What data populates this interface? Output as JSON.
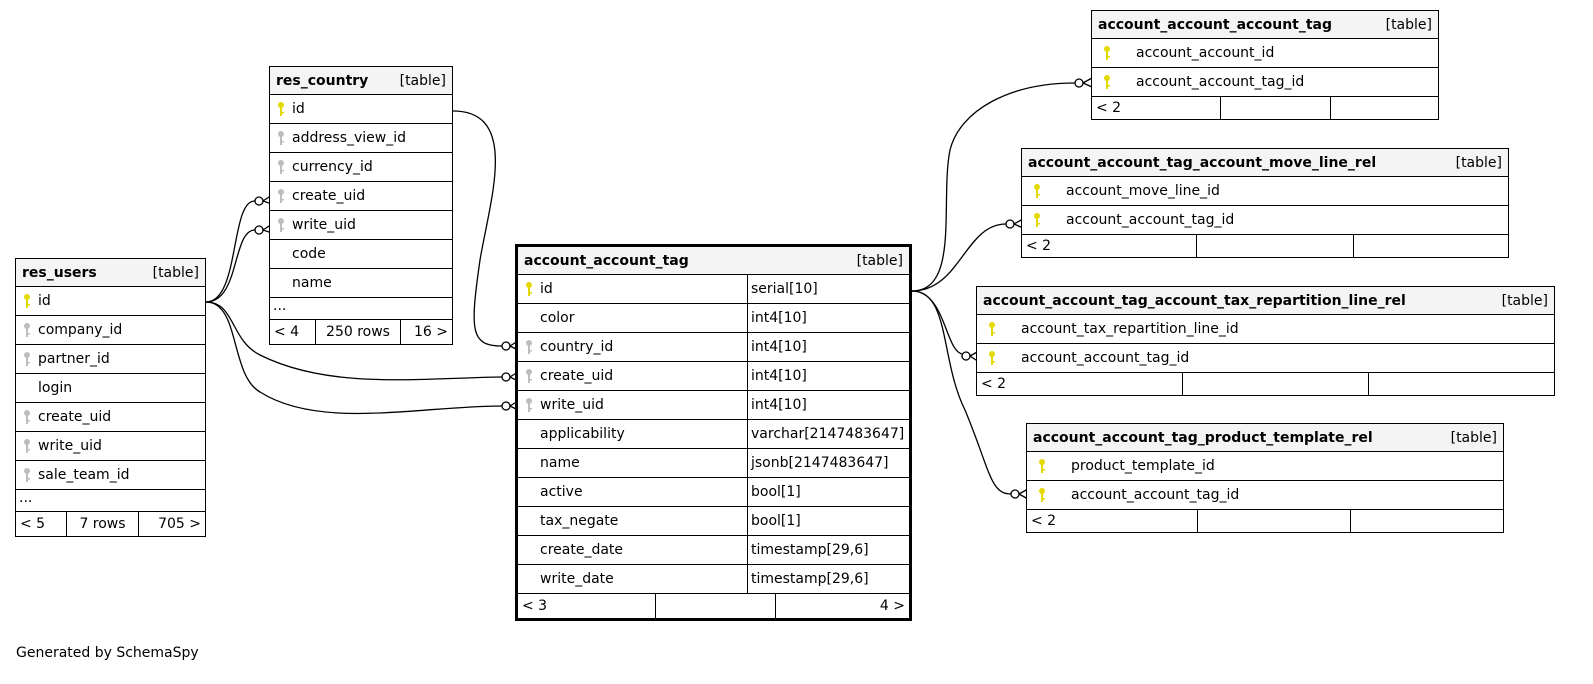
{
  "footer_text": "Generated by SchemaSpy",
  "table_kind_label": "[table]",
  "colors": {
    "primary_key": "#e3d800",
    "foreign_key": "#bdbdbd",
    "header_bg": "#f4f4f4",
    "line": "#000000"
  },
  "tables": {
    "res_users": {
      "name": "res_users",
      "columns": [
        {
          "name": "id",
          "key": "primary-key-icon"
        },
        {
          "name": "company_id",
          "key": "foreign-key-icon"
        },
        {
          "name": "partner_id",
          "key": "foreign-key-icon"
        },
        {
          "name": "login",
          "key": ""
        },
        {
          "name": "create_uid",
          "key": "foreign-key-icon"
        },
        {
          "name": "write_uid",
          "key": "foreign-key-icon"
        },
        {
          "name": "sale_team_id",
          "key": "foreign-key-icon"
        }
      ],
      "more": "...",
      "footer": {
        "parents": "< 5",
        "rows": "7 rows",
        "children": "705 >"
      }
    },
    "res_country": {
      "name": "res_country",
      "columns": [
        {
          "name": "id",
          "key": "primary-key-icon"
        },
        {
          "name": "address_view_id",
          "key": "foreign-key-icon"
        },
        {
          "name": "currency_id",
          "key": "foreign-key-icon"
        },
        {
          "name": "create_uid",
          "key": "foreign-key-icon"
        },
        {
          "name": "write_uid",
          "key": "foreign-key-icon"
        },
        {
          "name": "code",
          "key": ""
        },
        {
          "name": "name",
          "key": ""
        }
      ],
      "more": "...",
      "footer": {
        "parents": "< 4",
        "rows": "250 rows",
        "children": "16 >"
      }
    },
    "account_account_tag": {
      "name": "account_account_tag",
      "columns": [
        {
          "name": "id",
          "type": "serial[10]",
          "key": "primary-key-icon"
        },
        {
          "name": "color",
          "type": "int4[10]",
          "key": ""
        },
        {
          "name": "country_id",
          "type": "int4[10]",
          "key": "foreign-key-icon"
        },
        {
          "name": "create_uid",
          "type": "int4[10]",
          "key": "foreign-key-icon"
        },
        {
          "name": "write_uid",
          "type": "int4[10]",
          "key": "foreign-key-icon"
        },
        {
          "name": "applicability",
          "type": "varchar[2147483647]",
          "key": ""
        },
        {
          "name": "name",
          "type": "jsonb[2147483647]",
          "key": ""
        },
        {
          "name": "active",
          "type": "bool[1]",
          "key": ""
        },
        {
          "name": "tax_negate",
          "type": "bool[1]",
          "key": ""
        },
        {
          "name": "create_date",
          "type": "timestamp[29,6]",
          "key": ""
        },
        {
          "name": "write_date",
          "type": "timestamp[29,6]",
          "key": ""
        }
      ],
      "footer": {
        "parents": "< 3",
        "rows": "",
        "children": "4 >"
      }
    },
    "account_account_account_tag": {
      "name": "account_account_account_tag",
      "columns": [
        {
          "name": "account_account_id",
          "key": "primary-key-icon"
        },
        {
          "name": "account_account_tag_id",
          "key": "primary-key-icon"
        }
      ],
      "footer": {
        "parents": "< 2",
        "rows": "",
        "children": ""
      }
    },
    "account_account_tag_account_move_line_rel": {
      "name": "account_account_tag_account_move_line_rel",
      "columns": [
        {
          "name": "account_move_line_id",
          "key": "primary-key-icon"
        },
        {
          "name": "account_account_tag_id",
          "key": "primary-key-icon"
        }
      ],
      "footer": {
        "parents": "< 2",
        "rows": "",
        "children": ""
      }
    },
    "account_account_tag_account_tax_repartition_line_rel": {
      "name": "account_account_tag_account_tax_repartition_line_rel",
      "columns": [
        {
          "name": "account_tax_repartition_line_id",
          "key": "primary-key-icon"
        },
        {
          "name": "account_account_tag_id",
          "key": "primary-key-icon"
        }
      ],
      "footer": {
        "parents": "< 2",
        "rows": "",
        "children": ""
      }
    },
    "account_account_tag_product_template_rel": {
      "name": "account_account_tag_product_template_rel",
      "columns": [
        {
          "name": "product_template_id",
          "key": "primary-key-icon"
        },
        {
          "name": "account_account_tag_id",
          "key": "primary-key-icon"
        }
      ],
      "footer": {
        "parents": "< 2",
        "rows": "",
        "children": ""
      }
    }
  },
  "relationships": [
    {
      "from": "res_users.id",
      "to": "res_country.create_uid"
    },
    {
      "from": "res_users.id",
      "to": "res_country.write_uid"
    },
    {
      "from": "res_users.id",
      "to": "account_account_tag.create_uid"
    },
    {
      "from": "res_users.id",
      "to": "account_account_tag.write_uid"
    },
    {
      "from": "res_country.id",
      "to": "account_account_tag.country_id"
    },
    {
      "from": "account_account_tag.id",
      "to": "account_account_account_tag.account_account_tag_id"
    },
    {
      "from": "account_account_tag.id",
      "to": "account_account_tag_account_move_line_rel.account_account_tag_id"
    },
    {
      "from": "account_account_tag.id",
      "to": "account_account_tag_account_tax_repartition_line_rel.account_account_tag_id"
    },
    {
      "from": "account_account_tag.id",
      "to": "account_account_tag_product_template_rel.account_account_tag_id"
    }
  ]
}
